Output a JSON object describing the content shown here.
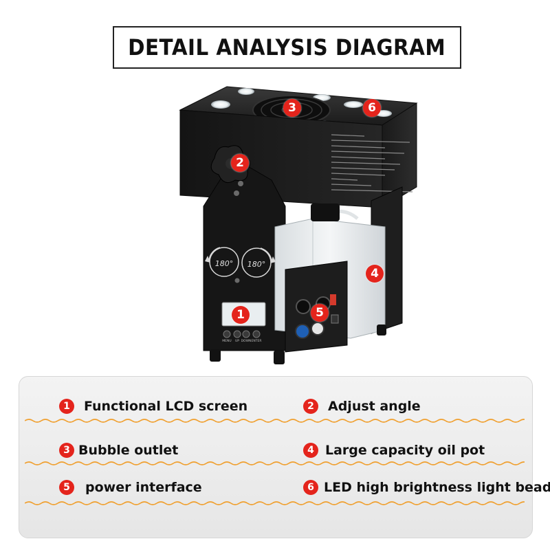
{
  "title": "DETAIL ANALYSIS DIAGRAM",
  "colors": {
    "accent": "#e4241c",
    "wave": "#f0a030"
  },
  "product": {
    "dial_left": "180°",
    "dial_right": "180°",
    "buttons": [
      "MENU",
      "UP",
      "DOWN",
      "ENTER"
    ]
  },
  "callouts": [
    {
      "num": "1"
    },
    {
      "num": "2"
    },
    {
      "num": "3"
    },
    {
      "num": "4"
    },
    {
      "num": "5"
    },
    {
      "num": "6"
    }
  ],
  "legend": [
    {
      "num": "1",
      "label": "Functional LCD screen"
    },
    {
      "num": "2",
      "label": "Adjust angle"
    },
    {
      "num": "3",
      "label": "Bubble outlet"
    },
    {
      "num": "4",
      "label": "Large capacity oil pot"
    },
    {
      "num": "5",
      "label": "power interface"
    },
    {
      "num": "6",
      "label": "LED high brightness light bead"
    }
  ]
}
